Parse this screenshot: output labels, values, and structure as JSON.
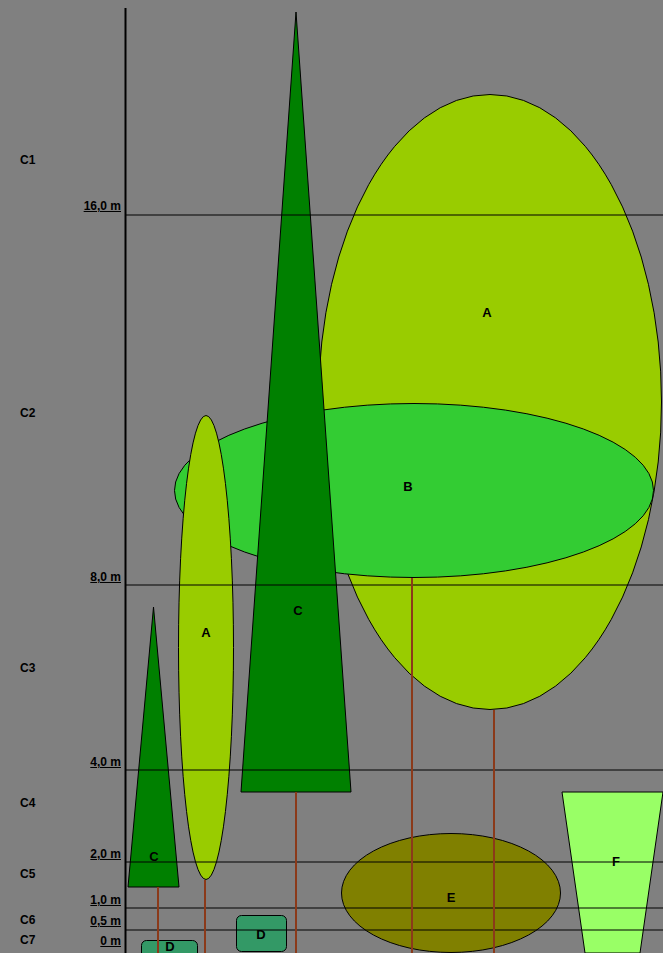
{
  "diagram": {
    "nodes": [
      {
        "text": [
          "A"
        ]
      },
      {
        "text": [
          "B"
        ]
      },
      {
        "text": [
          "C"
        ]
      },
      {
        "text": [
          "A"
        ]
      },
      {
        "text": [
          "C"
        ]
      },
      {
        "text": [
          "D"
        ]
      },
      {
        "text": [
          "D"
        ]
      },
      {
        "text": [
          "E"
        ]
      },
      {
        "text": [
          "F"
        ]
      }
    ],
    "labels": [
      "C1",
      "16,0 m",
      "C2",
      "8,0 m",
      "C3",
      "4,0 m",
      "C4",
      "2,0 m",
      "C5",
      "1,0 m",
      "C6",
      "0,5 m",
      "C7",
      "0 m"
    ]
  }
}
